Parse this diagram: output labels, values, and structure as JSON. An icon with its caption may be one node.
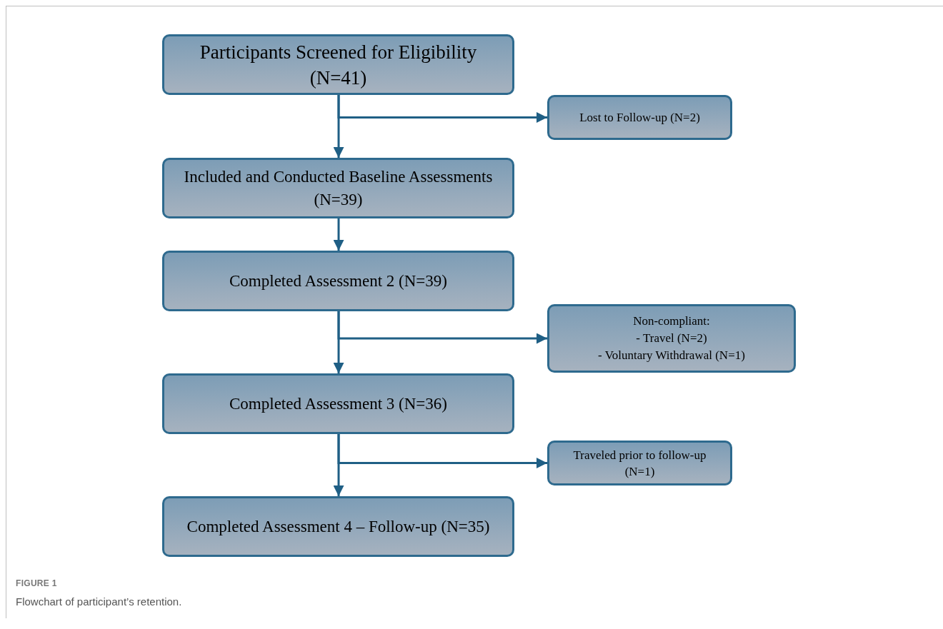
{
  "diagram": {
    "caption": "Flowchart of participant’s retention.",
    "nodes": [
      {
        "text": [
          "Participants Screened for Eligibility (N=41)"
        ]
      },
      {
        "text": [
          "Lost to Follow-up (N=2)"
        ]
      },
      {
        "text": [
          "Included and Conducted Baseline Assessments (N=39)"
        ]
      },
      {
        "text": [
          "Completed Assessment 2 (N=39)"
        ]
      },
      {
        "text": [
          "Non-compliant:",
          "-   Travel (N=2)",
          "- Voluntary Withdrawal (N=1)"
        ]
      },
      {
        "text": [
          "Completed Assessment 3 (N=36)"
        ]
      },
      {
        "text": [
          "Traveled prior to follow-up (N=1)"
        ]
      },
      {
        "text": [
          "Completed Assessment 4 – Follow-up (N=35)"
        ]
      }
    ],
    "edges": [
      {
        "from": 0,
        "to": 1,
        "arrow": "to"
      },
      {
        "from": 0,
        "to": 2,
        "arrow": "to"
      },
      {
        "from": 2,
        "to": 3,
        "arrow": "to"
      },
      {
        "from": 3,
        "to": 4,
        "arrow": "to"
      },
      {
        "from": 3,
        "to": 5,
        "arrow": "to"
      },
      {
        "from": 5,
        "to": 6,
        "arrow": "to"
      },
      {
        "from": 5,
        "to": 7,
        "arrow": "to"
      }
    ],
    "labels": [
      "FIGURE 1"
    ]
  }
}
